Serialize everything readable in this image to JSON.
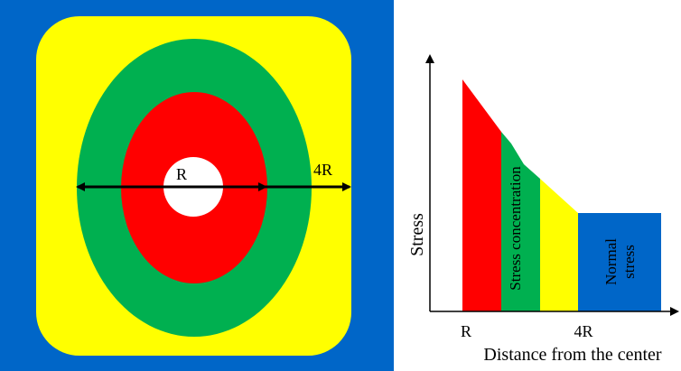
{
  "colors": {
    "background_blue": "#0066C8",
    "yellow": "#FFFF00",
    "green": "#00B050",
    "red": "#FF0000",
    "hole": "#FFFFFF",
    "normal_blue": "#0066C8",
    "ink": "#000000"
  },
  "left_panel": {
    "hole_label": "R",
    "outer_label": "4R"
  },
  "right_panel": {
    "y_axis_label": "Stress",
    "x_axis_label": "Distance from the center",
    "tick_r": "R",
    "tick_4r": "4R",
    "concentration_label": "Stress concentration",
    "normal_label_line1": "Normal",
    "normal_label_line2": "stress"
  }
}
